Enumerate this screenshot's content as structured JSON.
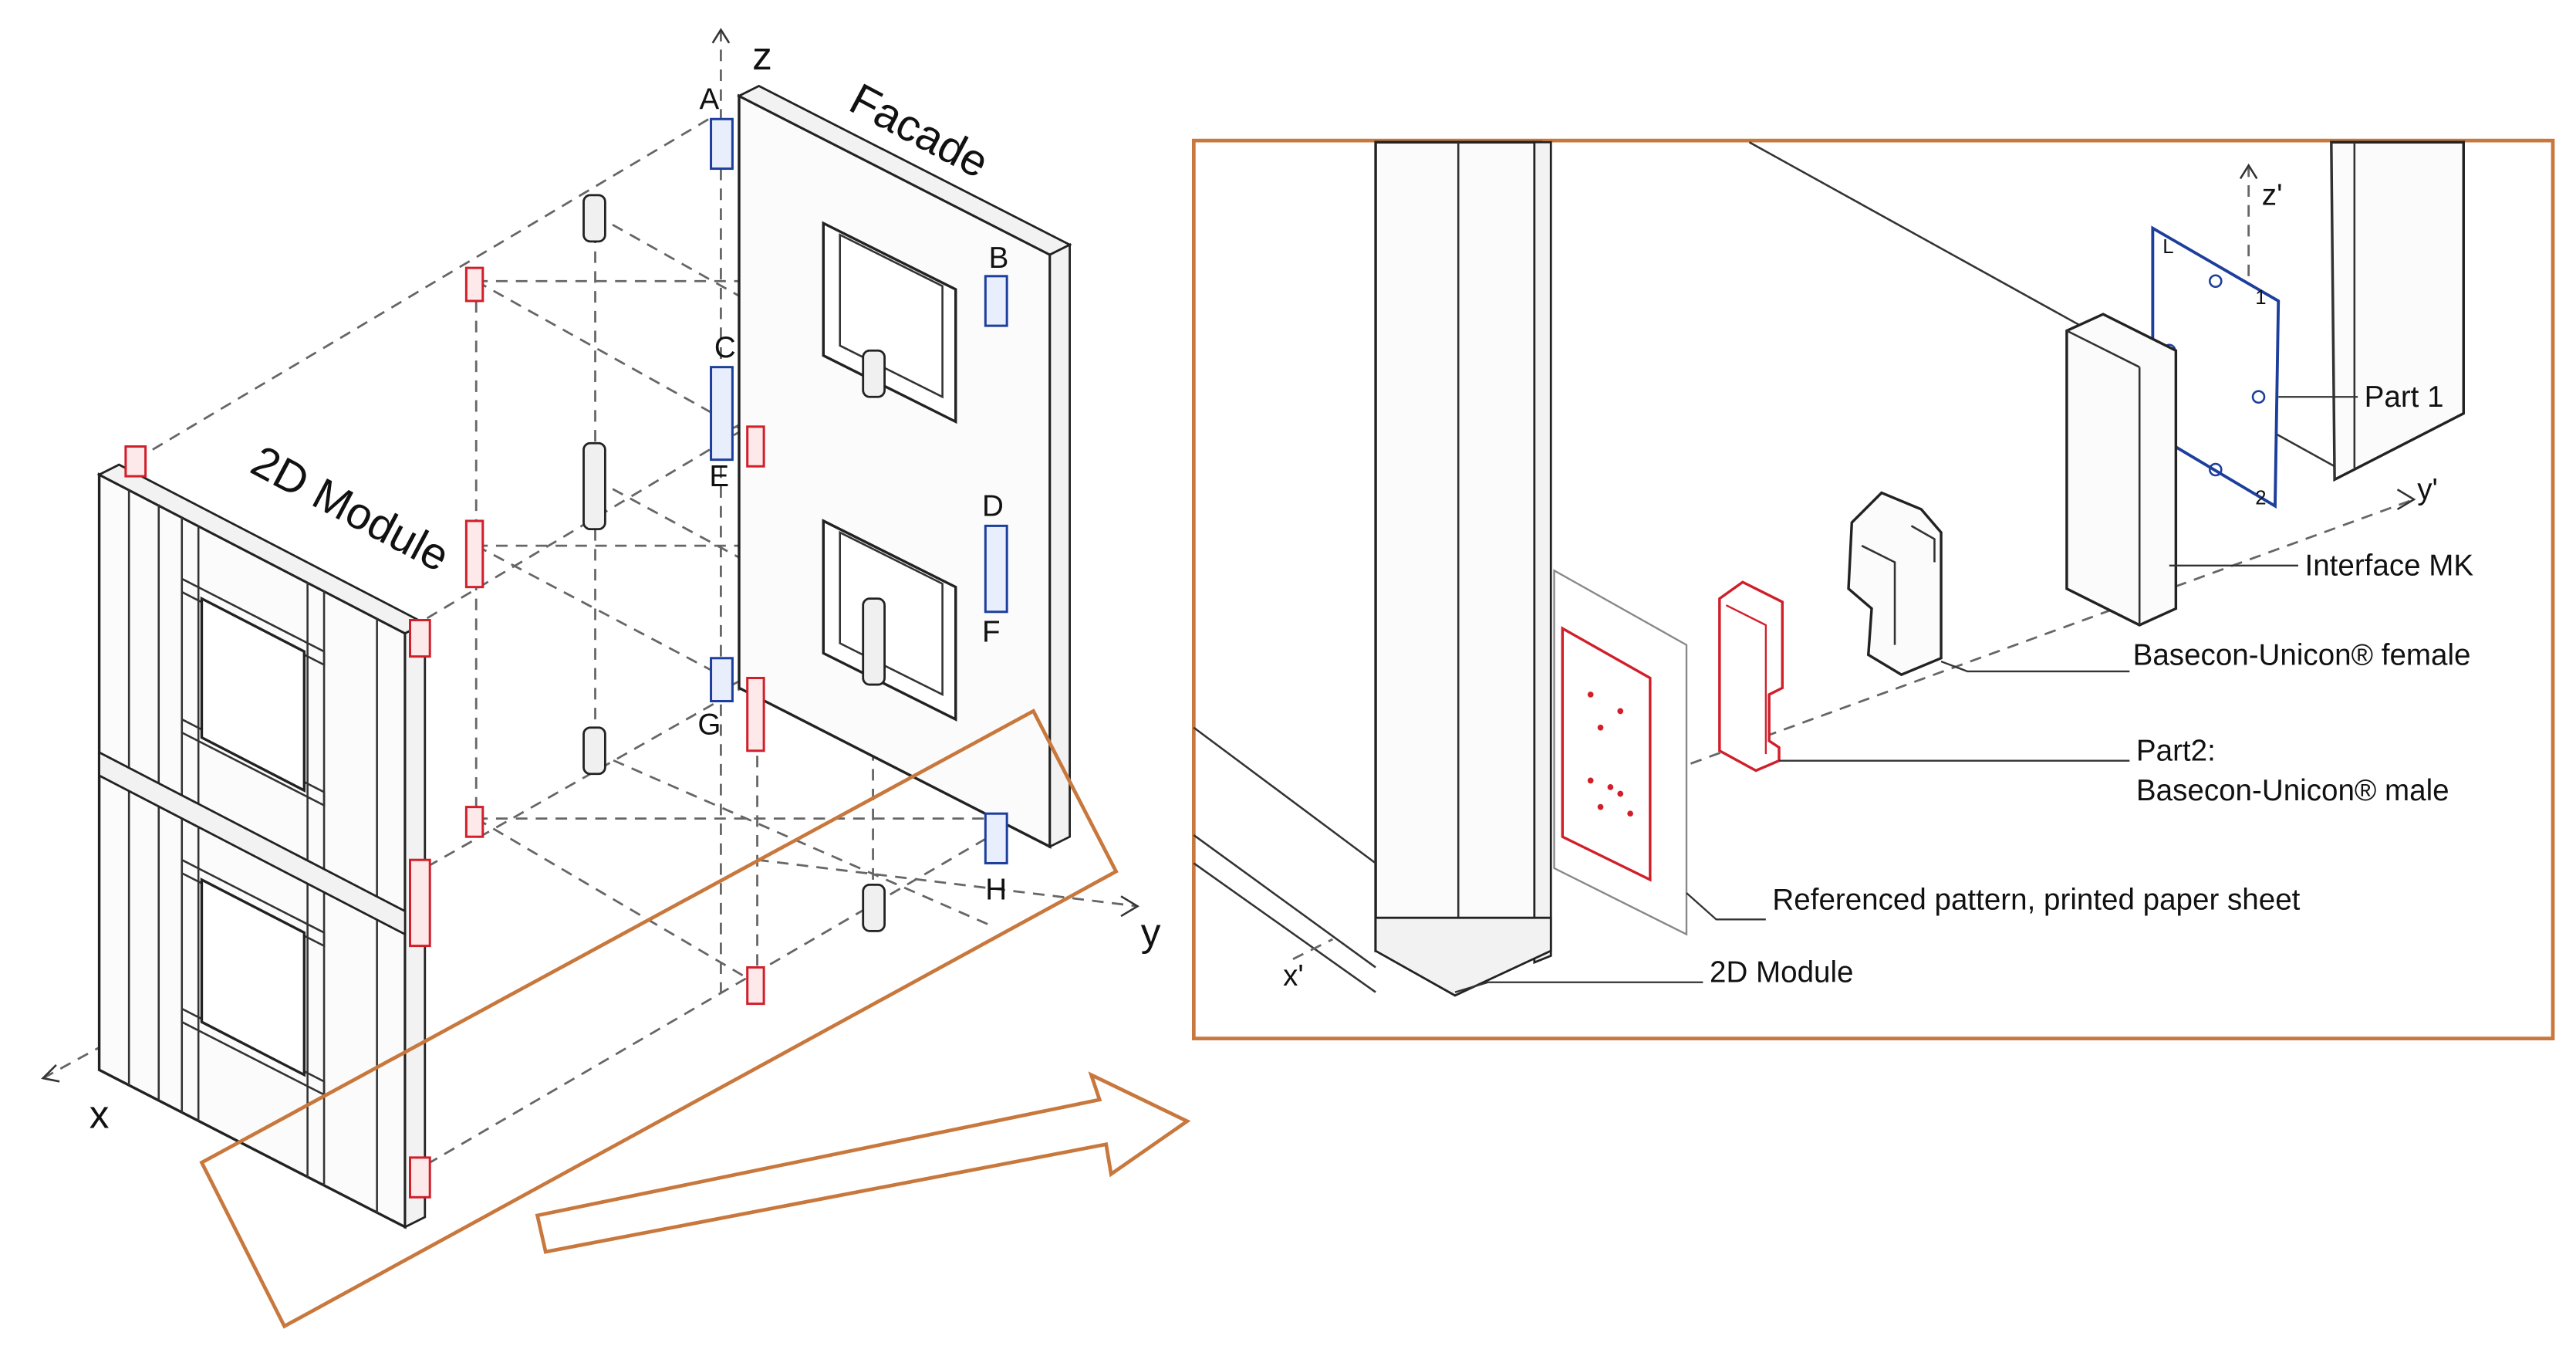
{
  "main_view": {
    "axes": {
      "x": "x",
      "y": "y",
      "z": "z"
    },
    "facade_label": "Facade",
    "module_label": "2D Module",
    "connector_points": [
      "A",
      "B",
      "C",
      "D",
      "E",
      "F",
      "G",
      "H"
    ]
  },
  "detail_view": {
    "axes": {
      "x": "x'",
      "y": "y'",
      "z": "z'"
    },
    "plate_point_labels": [
      "L",
      "1",
      "2"
    ],
    "labels": {
      "part1": "Part 1",
      "interface": "Interface MK",
      "female": "Basecon-Unicon® female",
      "part2_title": "Part2:",
      "part2_name": "Basecon-Unicon® male",
      "pattern": "Referenced pattern, printed paper sheet",
      "module": "2D Module"
    }
  },
  "colors": {
    "module_connector": "#d11f2a",
    "facade_connector": "#1c3e9c",
    "detail_frame": "#c8783d"
  }
}
